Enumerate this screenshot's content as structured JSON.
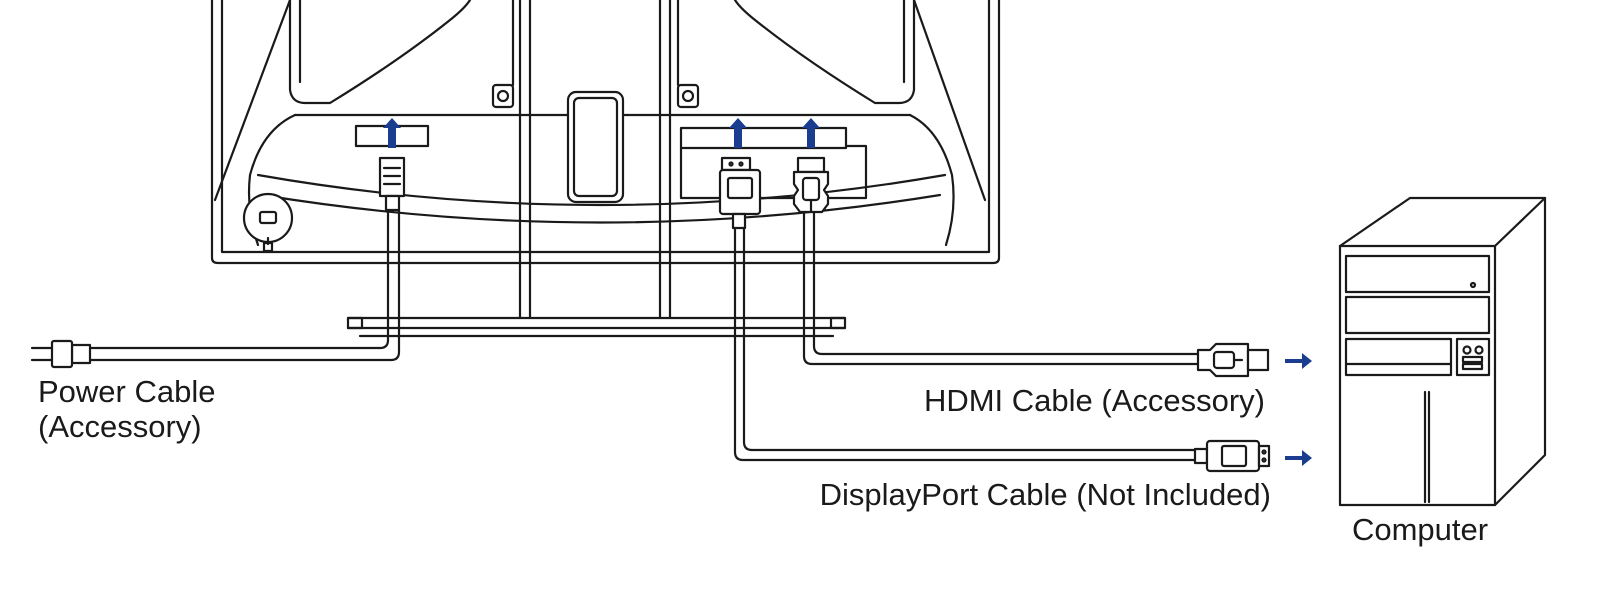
{
  "labels": {
    "power_line1": "Power Cable",
    "power_line2": "(Accessory)",
    "hdmi": "HDMI Cable (Accessory)",
    "displayport": "DisplayPort Cable (Not Included)",
    "computer": "Computer"
  },
  "colors": {
    "line": "#1a1a1a",
    "arrow": "#1a3d8f",
    "background": "#ffffff"
  },
  "icons": {
    "connection_arrow": "arrow-icon",
    "lock": "lock-icon"
  }
}
